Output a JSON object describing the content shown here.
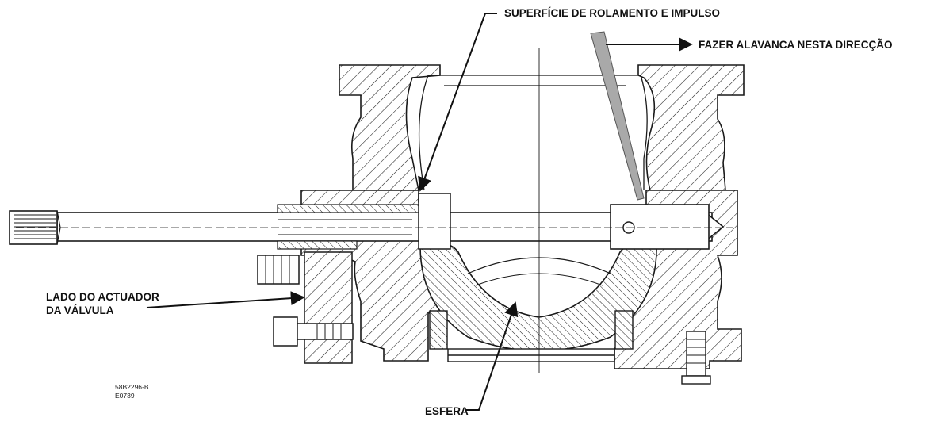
{
  "diagram": {
    "labels": {
      "bearing_surface": "SUPERFÍCIE DE ROLAMENTO E IMPULSO",
      "lever_direction": "FAZER ALAVANCA NESTA DIRECÇÃO",
      "actuator_side_line1": "LADO DO ACTUADOR",
      "actuator_side_line2": "DA VÁLVULA",
      "ball": "ESFERA"
    },
    "drawing_codes": {
      "line1": "58B2296-B",
      "line2": "E0739"
    },
    "colors": {
      "ink": "#1a1a1a",
      "lever_fill": "#a9a9a9",
      "background": "#ffffff"
    }
  }
}
